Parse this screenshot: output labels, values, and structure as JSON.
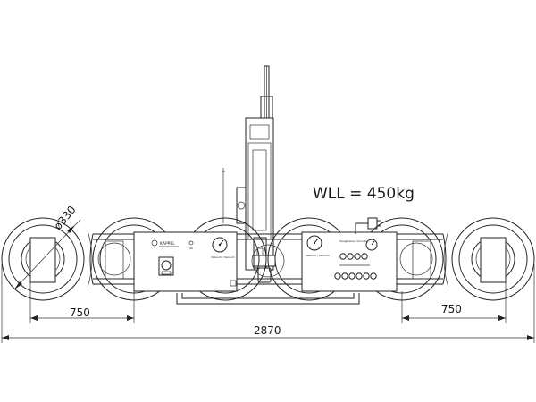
{
  "wll_label": "WLL = 450kg",
  "dimensions": {
    "pad_diameter": "ø330",
    "left_spacing": "750",
    "right_spacing": "750",
    "overall_length": "2870"
  },
  "control_panel": {
    "brand": "KAPPEL",
    "gauge_left_label": "Vakuum / Vacuum",
    "gauge_right_label": "Vakuum / Vacuum",
    "button_panel_label": "Saugkreise / Circuits"
  },
  "icons": [
    "vacuum-pad-icon",
    "gauge-icon",
    "brand-logo-icon",
    "power-plug-icon"
  ]
}
